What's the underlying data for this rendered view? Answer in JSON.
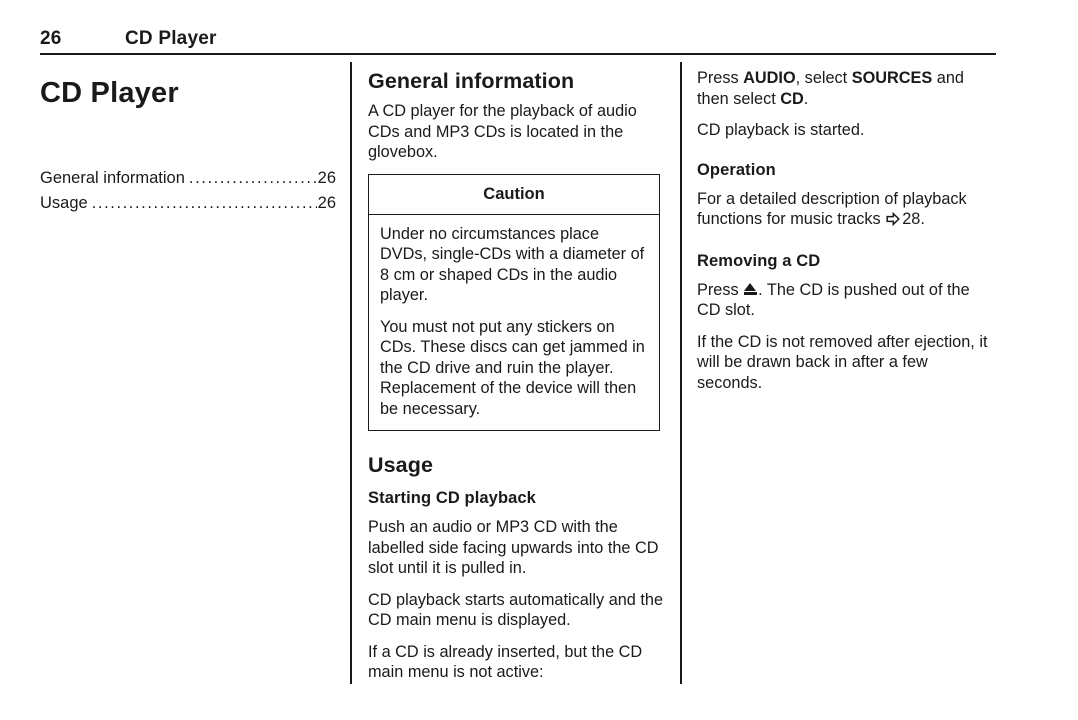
{
  "header": {
    "page_number": "26",
    "chapter": "CD Player"
  },
  "left_column": {
    "chapter_title": "CD Player",
    "toc": [
      {
        "label": "General information",
        "dots": "..............................................................",
        "page": "26"
      },
      {
        "label": "Usage",
        "dots": "..............................................................",
        "page": "26"
      }
    ]
  },
  "middle_column": {
    "general_information": {
      "heading": "General information",
      "paragraph": "A CD player for the playback of audio CDs and MP3 CDs is located in the glovebox."
    },
    "caution": {
      "title": "Caution",
      "paragraphs": [
        "Under no circumstances place DVDs, single-CDs with a diameter of 8 cm or shaped CDs in the audio player.",
        "You must not put any stickers on CDs. These discs can get jammed in the CD drive and ruin the player. Replacement of the device will then be necessary."
      ]
    },
    "usage": {
      "heading": "Usage",
      "subheading": "Starting CD playback",
      "paragraphs": [
        "Push an audio or MP3 CD with the labelled side facing upwards into the CD slot until it is pulled in.",
        "CD playback starts automatically and the CD main menu is displayed.",
        "If a CD is already inserted, but the CD main menu is not active:"
      ]
    }
  },
  "right_column": {
    "press_audio": {
      "prefix": "Press ",
      "button_audio": "AUDIO",
      "mid": ", select ",
      "button_sources": "SOURCES",
      "mid2": " and then select ",
      "button_cd": "CD",
      "suffix": "."
    },
    "playback_started": "CD playback is started.",
    "operation": {
      "heading": "Operation",
      "text_before": "For a detailed description of playback functions for music tracks ",
      "xref_page": "28.",
      "xref_icon": "right-arrow-icon"
    },
    "removing": {
      "heading": "Removing a CD",
      "press_prefix": "Press ",
      "eject_icon": "eject-icon",
      "press_suffix": ". The CD is pushed out of the CD slot.",
      "paragraph": "If the CD is not removed after ejection, it will be drawn back in after a few seconds."
    }
  },
  "colors": {
    "text": "#1a1a1a",
    "background": "#ffffff",
    "rule": "#1a1a1a"
  }
}
